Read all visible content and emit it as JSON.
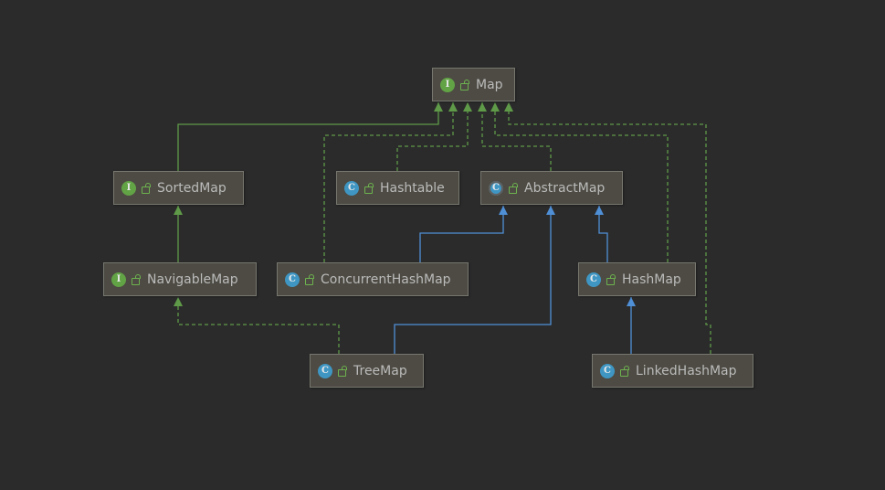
{
  "diagram": {
    "nodes": [
      {
        "id": "map",
        "label": "Map",
        "kind": "interface",
        "badge": "I"
      },
      {
        "id": "sortedmap",
        "label": "SortedMap",
        "kind": "interface",
        "badge": "I"
      },
      {
        "id": "hashtable",
        "label": "Hashtable",
        "kind": "class",
        "badge": "C"
      },
      {
        "id": "abstractmap",
        "label": "AbstractMap",
        "kind": "abstract",
        "badge": "C"
      },
      {
        "id": "navigablemap",
        "label": "NavigableMap",
        "kind": "interface",
        "badge": "I"
      },
      {
        "id": "concurrenthashmap",
        "label": "ConcurrentHashMap",
        "kind": "class",
        "badge": "C"
      },
      {
        "id": "hashmap",
        "label": "HashMap",
        "kind": "class",
        "badge": "C"
      },
      {
        "id": "treemap",
        "label": "TreeMap",
        "kind": "class",
        "badge": "C"
      },
      {
        "id": "linkedhashmap",
        "label": "LinkedHashMap",
        "kind": "class",
        "badge": "C"
      }
    ],
    "edges": [
      {
        "from": "sortedmap",
        "to": "map",
        "type": "extends-interface"
      },
      {
        "from": "concurrenthashmap",
        "to": "map",
        "type": "implements"
      },
      {
        "from": "hashtable",
        "to": "map",
        "type": "implements"
      },
      {
        "from": "abstractmap",
        "to": "map",
        "type": "implements"
      },
      {
        "from": "hashmap",
        "to": "map",
        "type": "implements"
      },
      {
        "from": "linkedhashmap",
        "to": "map",
        "type": "implements"
      },
      {
        "from": "navigablemap",
        "to": "sortedmap",
        "type": "extends-interface"
      },
      {
        "from": "treemap",
        "to": "navigablemap",
        "type": "implements"
      },
      {
        "from": "concurrenthashmap",
        "to": "abstractmap",
        "type": "extends-class"
      },
      {
        "from": "treemap",
        "to": "abstractmap",
        "type": "extends-class"
      },
      {
        "from": "hashmap",
        "to": "abstractmap",
        "type": "extends-class"
      },
      {
        "from": "linkedhashmap",
        "to": "hashmap",
        "type": "extends-class"
      }
    ],
    "colors": {
      "background": "#2b2b2b",
      "node_fill": "#4d4b43",
      "interface_badge": "#62a346",
      "class_badge": "#3f96c3",
      "implements_edge": "#5f9a48",
      "extends_class_edge": "#4f8fd6"
    }
  }
}
